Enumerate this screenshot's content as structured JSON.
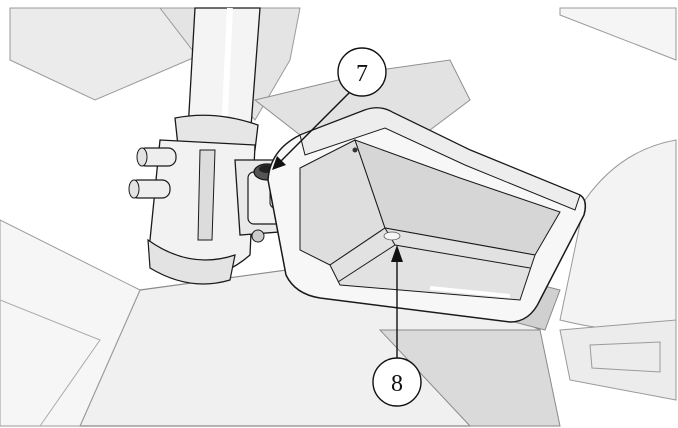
{
  "figure": {
    "callouts": [
      {
        "id": "7",
        "label": "7"
      },
      {
        "id": "8",
        "label": "8"
      }
    ],
    "colors": {
      "background": "#ffffff",
      "stroke": "#1a1a1a",
      "light_shade": "#f2f2f2",
      "mid_shade": "#dddddd",
      "dark_shade": "#c4c4c4"
    }
  }
}
